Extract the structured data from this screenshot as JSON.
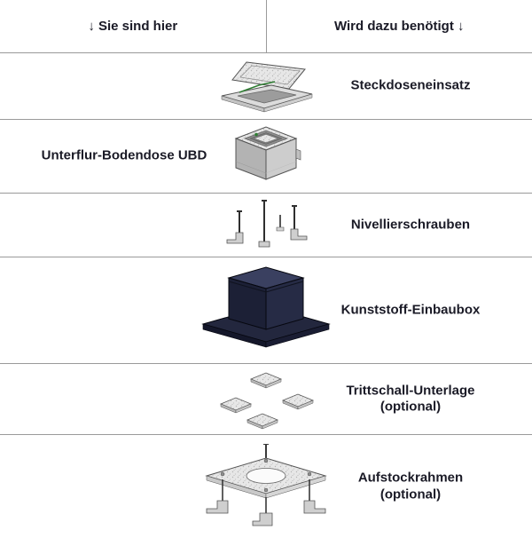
{
  "header": {
    "left": "↓ Sie sind hier",
    "right": "Wird dazu benötigt ↓"
  },
  "rows": [
    {
      "image": "steckdoseneinsatz-image",
      "label": "Steckdoseneinsatz",
      "label_side": "right"
    },
    {
      "image": "unterflur-bodendose-image",
      "label": "Unterflur-Bodendose UBD",
      "label_side": "left"
    },
    {
      "image": "nivellierschrauben-image",
      "label": "Nivellierschrauben",
      "label_side": "right"
    },
    {
      "image": "kunststoff-einbaubox-image",
      "label": "Kunststoff-Einbaubox",
      "label_side": "right"
    },
    {
      "image": "trittschall-unterlage-image",
      "label": "Trittschall-Unterlage",
      "sublabel": "(optional)",
      "label_side": "right"
    },
    {
      "image": "aufstockrahmen-image",
      "label": "Aufstockrahmen",
      "sublabel": "(optional)",
      "label_side": "right"
    }
  ],
  "colors": {
    "background": "#ffffff",
    "text": "#1a1a26",
    "separator_line": "#9a9a9a",
    "dark_box": "#1c2036",
    "metal_light": "#e7e7e7",
    "accent_green": "#2e7d32"
  }
}
